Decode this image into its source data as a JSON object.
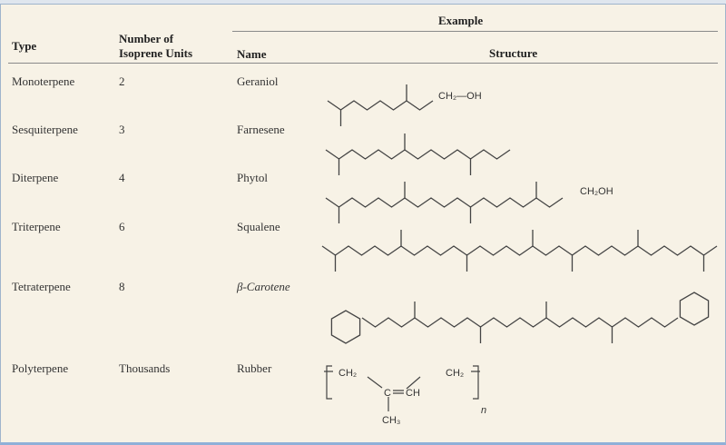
{
  "header": {
    "example": "Example",
    "type": "Type",
    "units_line1": "Number of",
    "units_line2": "Isoprene Units",
    "name": "Name",
    "structure": "Structure"
  },
  "rows": [
    {
      "type": "Monoterpene",
      "units": "2",
      "name": "Geraniol"
    },
    {
      "type": "Sesquiterpene",
      "units": "3",
      "name": "Farnesene"
    },
    {
      "type": "Diterpene",
      "units": "4",
      "name": "Phytol"
    },
    {
      "type": "Triterpene",
      "units": "6",
      "name": "Squalene"
    },
    {
      "type": "Tetraterpene",
      "units": "8",
      "name": "β-Carotene"
    },
    {
      "type": "Polyterpene",
      "units": "Thousands",
      "name": "Rubber"
    }
  ],
  "labels": {
    "geraniol_group": "CH₂—OH",
    "phytol_group": "CH₂OH",
    "rubber_ch2_left": "CH₂",
    "rubber_ch2_right": "CH₂",
    "rubber_c": "C",
    "rubber_ch": "CH",
    "rubber_ch3": "CH₃",
    "rubber_n": "n"
  }
}
